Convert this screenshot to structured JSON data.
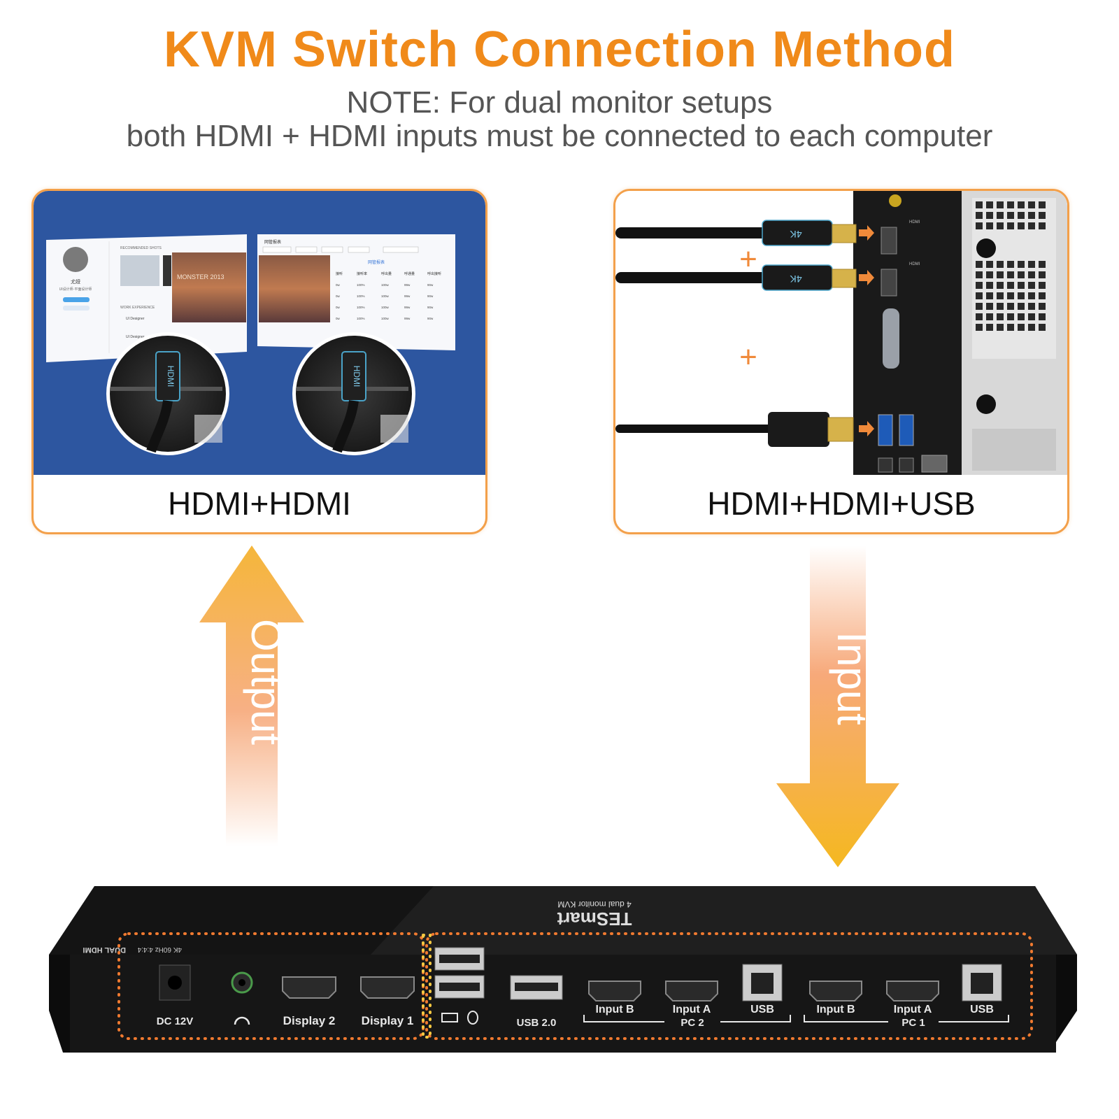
{
  "title": "KVM Switch Connection Method",
  "note": {
    "line1": "NOTE: For dual monitor setups",
    "line2": "both HDMI + HDMI inputs must be connected to each computer"
  },
  "panels": {
    "left": {
      "label": "HDMI+HDMI",
      "screen_left": {
        "name": "尤娅",
        "role": "UI设计师·平面设计师",
        "section1": "RECOMMENDED SHOTS",
        "section2": "WORK EXPERIENCE",
        "item1": "UI Designer",
        "item2": "UI Designer",
        "photo_caption": "MONSTER 2013"
      },
      "screen_right": {
        "header": "网管报表",
        "table_title": "网管报表",
        "columns": [
          "接听",
          "接听率",
          "呼出量",
          "呼通量",
          "呼出接听"
        ],
        "rows": [
          [
            "0w",
            "100%",
            "100w",
            "99w",
            "90w"
          ],
          [
            "0w",
            "100%",
            "100w",
            "99w",
            "90w"
          ],
          [
            "0w",
            "100%",
            "100w",
            "99w",
            "90w"
          ],
          [
            "0w",
            "100%",
            "100w",
            "99w",
            "90w"
          ]
        ]
      },
      "cable_text": "HDMI"
    },
    "right": {
      "label": "HDMI+HDMI+USB",
      "plus": "+",
      "plug_text": "4K",
      "port_text": "HDMI"
    }
  },
  "arrows": {
    "output": "Output",
    "input": "Input"
  },
  "device": {
    "brand": "TESmart",
    "subtitle": "4 dual monitor KVM",
    "side_label_line1": "DUAL HDMI",
    "side_label_line2": "4K 60Hz 4:4:4",
    "ports": [
      {
        "label": "DC 12V"
      },
      {
        "label": ""
      },
      {
        "label": "Display 2"
      },
      {
        "label": "Display 1"
      },
      {
        "label": "USB 2.0"
      },
      {
        "label": "Input B"
      },
      {
        "label": "Input A"
      },
      {
        "label": "USB"
      },
      {
        "label": "Input B"
      },
      {
        "label": "Input A"
      },
      {
        "label": "USB"
      }
    ],
    "group_labels": [
      "PC 2",
      "PC 1"
    ]
  },
  "colors": {
    "title": "#f08a1a",
    "note": "#555555",
    "panel_border": "#f3a04a",
    "blue_bg": "#2d56a0",
    "device_body": "#111111",
    "dot_orange": "#f07a30",
    "dot_yellow": "#f5c842"
  }
}
